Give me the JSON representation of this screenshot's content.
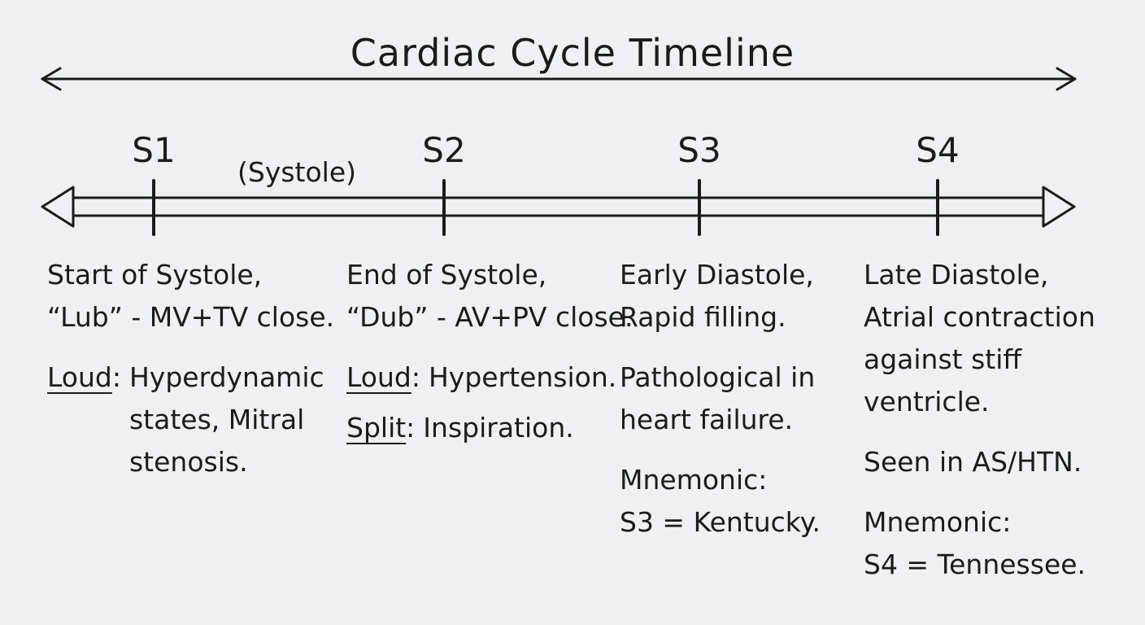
{
  "title": "Cardiac Cycle Timeline",
  "phase_label": "(Systole)",
  "events": [
    {
      "sound": "S1",
      "description": [
        "Start of Systole,",
        "“Lub” - MV+TV close."
      ],
      "notes": [
        {
          "term": "Loud",
          "sep": ":",
          "text": [
            "Hyperdynamic",
            "states, Mitral",
            "stenosis."
          ]
        }
      ]
    },
    {
      "sound": "S2",
      "description": [
        "End of Systole,",
        "“Dub” - AV+PV close."
      ],
      "notes": [
        {
          "term": "Loud",
          "sep": ":",
          "text": [
            "Hypertension."
          ]
        },
        {
          "term": "Split",
          "sep": ":",
          "text": [
            "Inspiration."
          ]
        }
      ]
    },
    {
      "sound": "S3",
      "description": [
        "Early Diastole,",
        "Rapid filling."
      ],
      "extra": [
        "Pathological in",
        "heart failure."
      ],
      "mnemonic": [
        "Mnemonic:",
        "S3 = Kentucky."
      ]
    },
    {
      "sound": "S4",
      "description": [
        "Late Diastole,",
        "Atrial contraction",
        "against stiff",
        "ventricle."
      ],
      "extra": [
        "Seen in AS/HTN."
      ],
      "mnemonic": [
        "Mnemonic:",
        "S4 = Tennessee."
      ]
    }
  ],
  "colors": {
    "background": "#eef1f2",
    "ink": "#1b1b1b"
  }
}
